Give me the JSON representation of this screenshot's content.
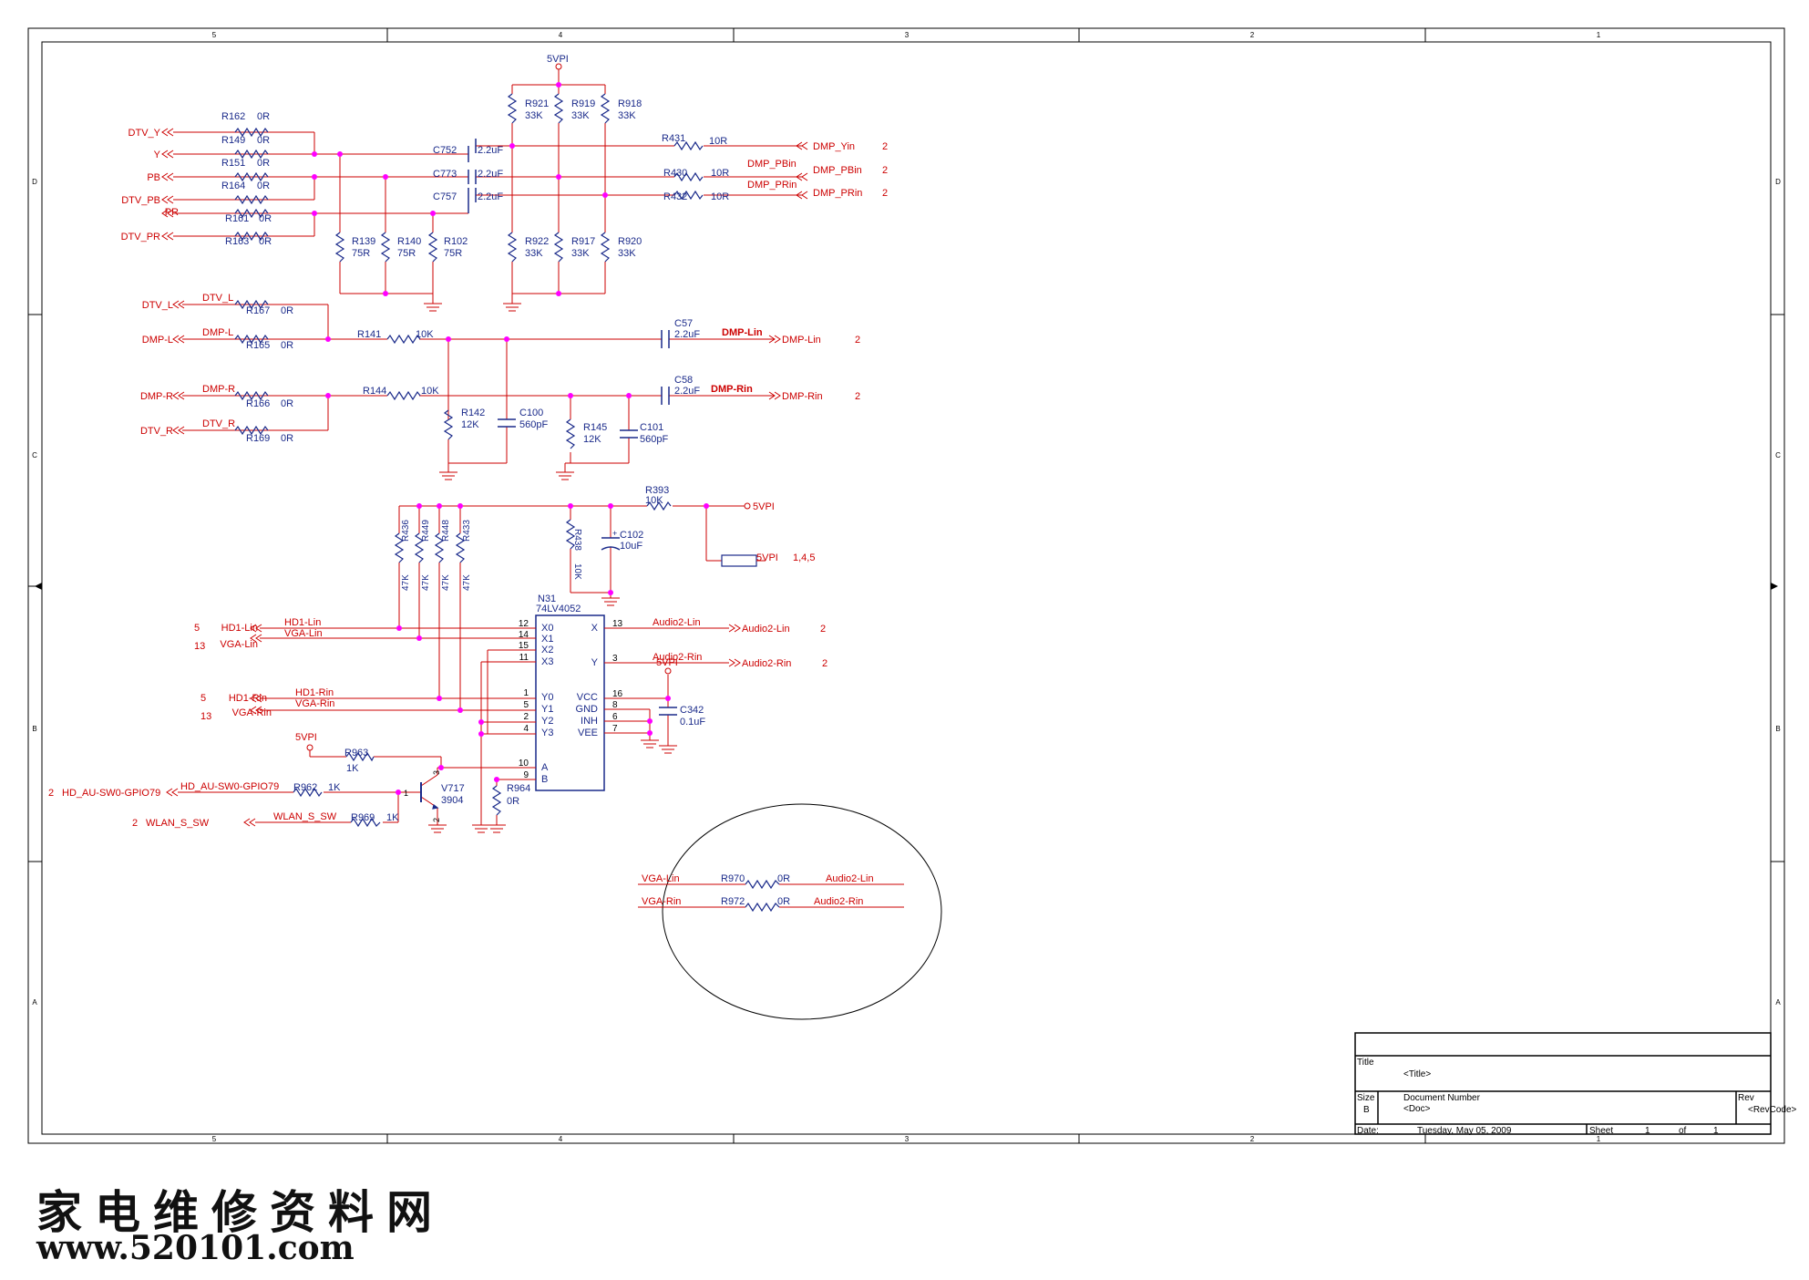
{
  "frame": {
    "col_numbers": [
      "5",
      "4",
      "3",
      "2",
      "1"
    ],
    "row_letters": [
      "D",
      "C",
      "B",
      "A"
    ]
  },
  "colors": {
    "wire": "#cc0000",
    "part": "#1a2a8a",
    "junction": "#ff00ff",
    "frame": "#000000"
  },
  "power": {
    "label": "5VPI",
    "ref": "1,4,5"
  },
  "video": {
    "inputs": [
      {
        "net": "DTV_Y",
        "res": "R162",
        "val": "0R"
      },
      {
        "net": "Y",
        "res": "R149",
        "val": "0R"
      },
      {
        "net": "PB",
        "res": "R151",
        "val": "0R"
      },
      {
        "net": "DTV_PB",
        "res": "R164",
        "val": "0R"
      },
      {
        "net": "PR",
        "res": "R161",
        "val": "0R"
      },
      {
        "net": "DTV_PR",
        "res": "R163",
        "val": "0R"
      }
    ],
    "terminations": [
      {
        "ref": "R139",
        "val": "75R"
      },
      {
        "ref": "R140",
        "val": "75R"
      },
      {
        "ref": "R102",
        "val": "75R"
      }
    ],
    "caps": [
      {
        "ref": "C752",
        "val": "2.2uF"
      },
      {
        "ref": "C773",
        "val": "2.2uF"
      },
      {
        "ref": "C757",
        "val": "2.2uF"
      }
    ],
    "pullups": [
      {
        "ref": "R921",
        "val": "33K"
      },
      {
        "ref": "R919",
        "val": "33K"
      },
      {
        "ref": "R918",
        "val": "33K"
      }
    ],
    "pulldowns": [
      {
        "ref": "R922",
        "val": "33K"
      },
      {
        "ref": "R917",
        "val": "33K"
      },
      {
        "ref": "R920",
        "val": "33K"
      }
    ],
    "outputs": [
      {
        "res": "R431",
        "val": "10R",
        "net": "DMP_Yin",
        "sheet": "2",
        "label": ""
      },
      {
        "res": "R430",
        "val": "10R",
        "net": "DMP_PBin",
        "sheet": "2",
        "label": "DMP_PBin"
      },
      {
        "res": "R432",
        "val": "10R",
        "net": "DMP_PRin",
        "sheet": "2",
        "label": "DMP_PRin"
      }
    ]
  },
  "audio": {
    "inputs": [
      {
        "port": "DTV_L",
        "net": "DTV_L",
        "res": "R167",
        "val": "0R"
      },
      {
        "port": "DMP-L",
        "net": "DMP-L",
        "res": "R165",
        "val": "0R"
      },
      {
        "port": "DMP-R",
        "net": "DMP-R",
        "res": "R166",
        "val": "0R"
      },
      {
        "port": "DTV_R",
        "net": "DTV_R",
        "res": "R169",
        "val": "0R"
      }
    ],
    "left": {
      "series": "R141",
      "series_val": "10K",
      "shunt": "R142",
      "shunt_val": "12K",
      "cap": "C100",
      "cap_val": "560pF",
      "dc_cap": "C57",
      "dc_val": "2.2uF",
      "net": "DMP-Lin",
      "port": "DMP-Lin",
      "sheet": "2"
    },
    "right": {
      "series": "R144",
      "series_val": "10K",
      "shunt": "R145",
      "shunt_val": "12K",
      "cap": "C101",
      "cap_val": "560pF",
      "dc_cap": "C58",
      "dc_val": "2.2uF",
      "net": "DMP-Rin",
      "port": "DMP-Rin",
      "sheet": "2"
    }
  },
  "bias": {
    "r393": "R393",
    "r393_val": "10K",
    "r438": "R438",
    "r438_val": "10K",
    "c102": "C102",
    "c102_val": "10uF",
    "c102_pol": "+",
    "pullups": [
      {
        "ref": "R436",
        "val": "47K"
      },
      {
        "ref": "R449",
        "val": "47K"
      },
      {
        "ref": "R448",
        "val": "47K"
      },
      {
        "ref": "R433",
        "val": "47K"
      }
    ]
  },
  "mux": {
    "ref": "N31",
    "part": "74LV4052",
    "left_pins": [
      {
        "num": "12",
        "name": "X0"
      },
      {
        "num": "14",
        "name": "X1"
      },
      {
        "num": "15",
        "name": "X2"
      },
      {
        "num": "11",
        "name": "X3"
      },
      {
        "num": "1",
        "name": "Y0"
      },
      {
        "num": "5",
        "name": "Y1"
      },
      {
        "num": "2",
        "name": "Y2"
      },
      {
        "num": "4",
        "name": "Y3"
      },
      {
        "num": "10",
        "name": "A"
      },
      {
        "num": "9",
        "name": "B"
      }
    ],
    "right_pins": [
      {
        "num": "13",
        "name": "X"
      },
      {
        "num": "3",
        "name": "Y"
      },
      {
        "num": "16",
        "name": "VCC"
      },
      {
        "num": "8",
        "name": "GND"
      },
      {
        "num": "6",
        "name": "INH"
      },
      {
        "num": "7",
        "name": "VEE"
      }
    ],
    "inputs": [
      {
        "sheet": "5",
        "port": "HD1-Lin",
        "net": "HD1-Lin"
      },
      {
        "sheet": "13",
        "port": "VGA-Lin",
        "net": "VGA-Lin"
      },
      {
        "sheet": "5",
        "port": "HD1-Rin",
        "net": "HD1-Rin"
      },
      {
        "sheet": "13",
        "port": "VGA-Rin",
        "net": "VGA-Rin"
      }
    ],
    "outputs": [
      {
        "net": "Audio2-Lin",
        "port": "Audio2-Lin",
        "sheet": "2"
      },
      {
        "net": "Audio2-Rin",
        "port": "Audio2-Rin",
        "sheet": "2"
      }
    ],
    "cap": "C342",
    "cap_val": "0.1uF"
  },
  "control": {
    "gpio_sheet": "2",
    "gpio_port": "HD_AU-SW0-GPIO79",
    "gpio_net": "HD_AU-SW0-GPIO79",
    "r962": "R962",
    "r962_val": "1K",
    "wlan_sheet": "2",
    "wlan_port": "WLAN_S_SW",
    "wlan_net": "WLAN_S_SW",
    "r969": "R969",
    "r969_val": "1K",
    "r963": "R963",
    "r963_val": "1K",
    "r964": "R964",
    "r964_val": "0R",
    "q": "V717",
    "q_part": "3904",
    "pin_b": "1",
    "pin_c": "3",
    "pin_e": "2"
  },
  "bypass": [
    {
      "left": "VGA-Lin",
      "ref": "R970",
      "val": "0R",
      "right": "Audio2-Lin"
    },
    {
      "left": "VGA-Rin",
      "ref": "R972",
      "val": "0R",
      "right": "Audio2-Rin"
    }
  ],
  "titleblock": {
    "title_label": "Title",
    "title": "<Title>",
    "size_label": "Size",
    "size": "B",
    "doc_label": "Document Number",
    "doc": "<Doc>",
    "rev_label": "Rev",
    "rev": "<RevCode>",
    "date_label": "Date:",
    "date": "Tuesday, May 05, 2009",
    "sheet_label": "Sheet",
    "sheet": "1",
    "of_label": "of",
    "of": "1"
  },
  "watermark": {
    "line1": "家电维修资料网",
    "line2": "www.520101.com"
  }
}
